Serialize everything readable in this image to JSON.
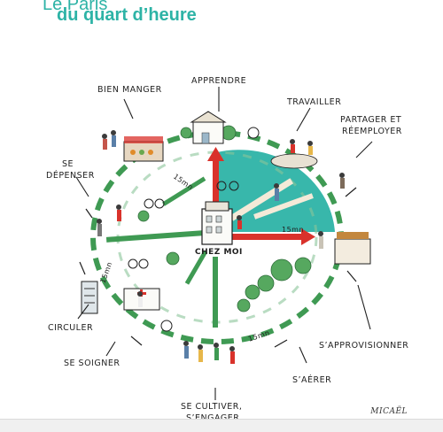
{
  "title": {
    "line1": "Le Paris",
    "line2": "du quart d’heure"
  },
  "labels": {
    "bien_manger": "BIEN MANGER",
    "apprendre": "APPRENDRE",
    "travailler": "TRAVAILLER",
    "partager_1": "PARTAGER ET",
    "partager_2": "RÉEMPLOYER",
    "se_depenser_1": "SE",
    "se_depenser_2": "DÉPENSER",
    "circuler": "CIRCULER",
    "se_soigner": "SE SOIGNER",
    "se_cultiver_1": "SE CULTIVER,",
    "se_cultiver_2": "S’ENGAGER",
    "s_aerer": "S’AÉRER",
    "s_approvisionner": "S’APPROVISIONNER",
    "chez_moi": "CHEZ MOI"
  },
  "time_labels": {
    "t_upper_left": "15mn",
    "t_left": "15mn",
    "t_right_arrow": "15mn",
    "t_bottom": "15mn"
  },
  "signature": "MICAËL",
  "colors": {
    "teal": "#2db3a6",
    "green": "#3f9a53",
    "red": "#d9322b",
    "ink": "#1f1f1f"
  }
}
